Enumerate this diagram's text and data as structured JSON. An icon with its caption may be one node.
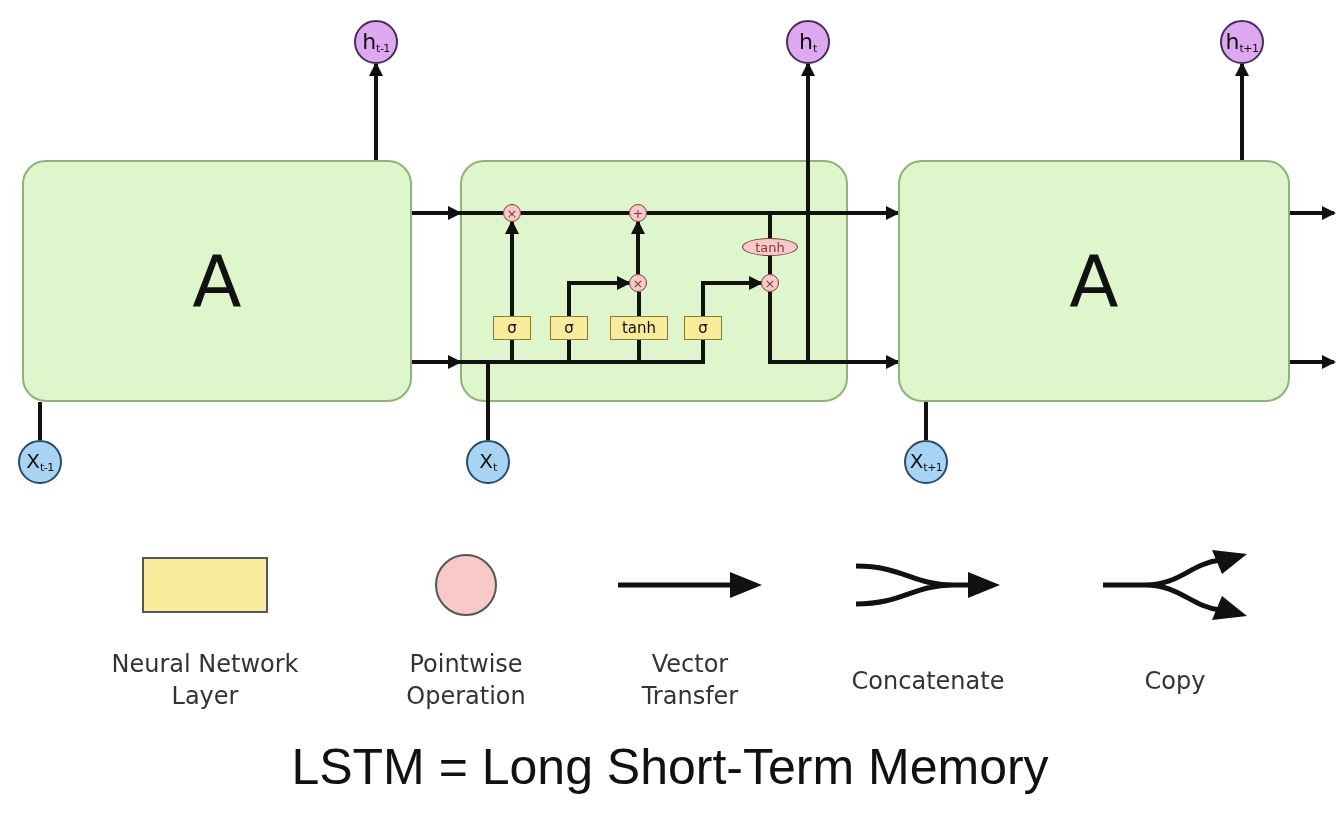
{
  "diagram": {
    "caption": "LSTM = Long Short-Term Memory",
    "nodes": [
      {
        "text": [
          "A"
        ]
      },
      {
        "text": [],
        "shape": "box"
      },
      {
        "text": [
          "A"
        ]
      },
      {
        "text": [
          "h$_{t-1}$"
        ]
      },
      {
        "text": [
          "h$_{t}$"
        ]
      },
      {
        "text": [
          "h$_{t+1}$"
        ]
      },
      {
        "text": [
          "X$_{t-1}$"
        ]
      },
      {
        "text": [
          "X$_{t}$"
        ]
      },
      {
        "text": [
          "X$_{t+1}$"
        ]
      },
      {
        "text": [
          "×"
        ],
        "in": 1
      },
      {
        "text": [
          "+"
        ],
        "in": 1
      },
      {
        "text": [
          "σ"
        ],
        "in": 1
      },
      {
        "text": [
          "σ"
        ],
        "in": 1
      },
      {
        "text": [
          "tanh"
        ],
        "in": 1
      },
      {
        "text": [
          "σ"
        ],
        "in": 1
      },
      {
        "text": [
          "×"
        ],
        "in": 1
      },
      {
        "text": [
          "tanh"
        ],
        "in": 1
      },
      {
        "text": [
          "×"
        ],
        "in": 1
      }
    ],
    "edges": [
      {
        "from": 6,
        "to": 0,
        "arrow": "none"
      },
      {
        "from": 0,
        "to": 3,
        "arrow": "to"
      },
      {
        "from": 0,
        "to": 1,
        "arrow": "to"
      },
      {
        "from": 0,
        "to": 1,
        "arrow": "to"
      },
      {
        "from": 7,
        "to": 11,
        "arrow": "none"
      },
      {
        "from": 7,
        "to": 12,
        "arrow": "none"
      },
      {
        "from": 7,
        "to": 13,
        "arrow": "none"
      },
      {
        "from": 7,
        "to": 14,
        "arrow": "none"
      },
      {
        "from": 11,
        "to": 9,
        "arrow": "to"
      },
      {
        "from": 12,
        "to": 15,
        "arrow": "to"
      },
      {
        "from": 13,
        "to": 15,
        "arrow": "none"
      },
      {
        "from": 15,
        "to": 10,
        "arrow": "to"
      },
      {
        "from": 9,
        "to": 10,
        "arrow": "none"
      },
      {
        "from": 10,
        "to": 16,
        "arrow": "none"
      },
      {
        "from": 10,
        "to": 2,
        "arrow": "to"
      },
      {
        "from": 14,
        "to": 17,
        "arrow": "to"
      },
      {
        "from": 16,
        "to": 17,
        "arrow": "none"
      },
      {
        "from": 17,
        "to": 2,
        "arrow": "to"
      },
      {
        "from": 17,
        "to": 4,
        "arrow": "to"
      },
      {
        "from": 2,
        "to": 5,
        "arrow": "to"
      },
      {
        "from": 2,
        "to": null,
        "arrow": "to"
      },
      {
        "from": 2,
        "to": null,
        "arrow": "to"
      },
      {
        "from": 8,
        "to": 2,
        "arrow": "none"
      }
    ],
    "legend": [
      {
        "text": "Neural Network Layer",
        "color": "#f8ec9c"
      },
      {
        "text": "Pointwise Operation",
        "color": "#f7c9c9"
      },
      {
        "text": "Vector Transfer"
      },
      {
        "text": "Concatenate"
      },
      {
        "text": "Copy"
      }
    ]
  }
}
